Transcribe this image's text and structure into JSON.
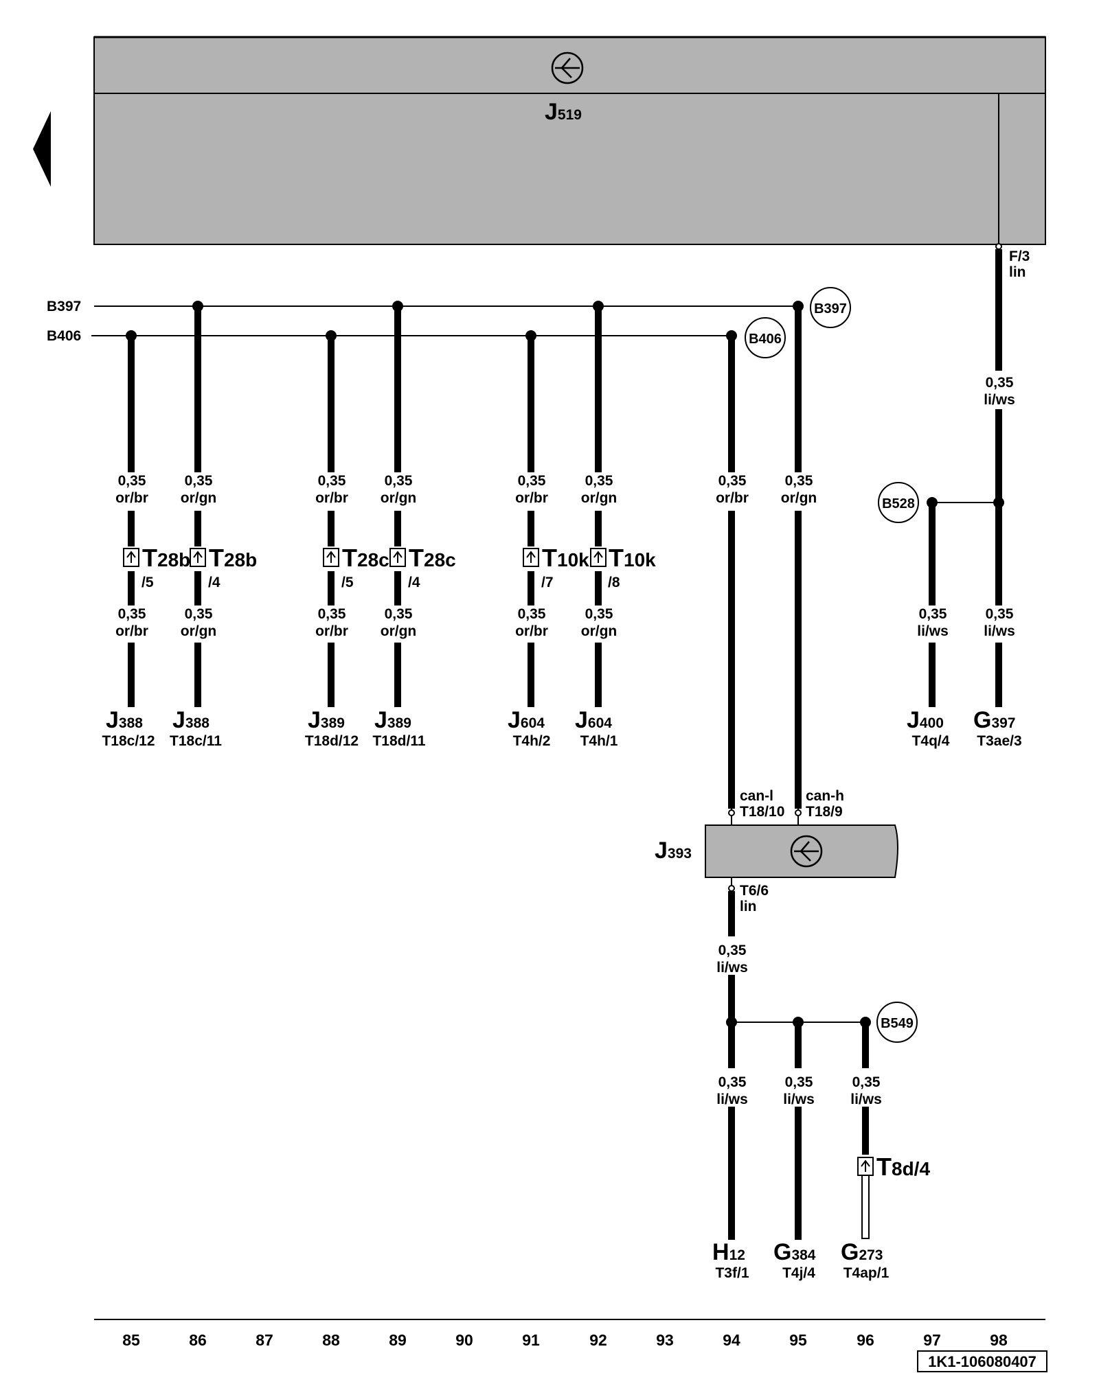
{
  "control_unit_top": {
    "name_big": "J",
    "name_sub": "519"
  },
  "control_unit_gateway": {
    "name_big": "J",
    "name_sub": "393"
  },
  "bus_lines": [
    {
      "label": "B397"
    },
    {
      "label": "B406"
    }
  ],
  "node_labels": {
    "b397": "B397",
    "b406": "B406",
    "b528": "B528",
    "b549": "B549"
  },
  "pin_labels": {
    "f3": "F/3",
    "lin_top": "lin",
    "can_l": "can-l",
    "t18_10": "T18/10",
    "can_h": "can-h",
    "t18_9": "T18/9",
    "t6_6": "T6/6",
    "lin_bottom": "lin"
  },
  "wires": [
    {
      "size": "0,35",
      "color": "or/br"
    },
    {
      "size": "0,35",
      "color": "or/gn"
    },
    {
      "size": "0,35",
      "color": "li/ws"
    }
  ],
  "connectors": [
    {
      "big": "T",
      "sub": "28b",
      "pin": "/5"
    },
    {
      "big": "T",
      "sub": "28b",
      "pin": "/4"
    },
    {
      "big": "T",
      "sub": "28c",
      "pin": "/5"
    },
    {
      "big": "T",
      "sub": "28c",
      "pin": "/4"
    },
    {
      "big": "T",
      "sub": "10k",
      "pin": "/7"
    },
    {
      "big": "T",
      "sub": "10k",
      "pin": "/8"
    },
    {
      "big": "T",
      "sub": "8d/4"
    }
  ],
  "components": [
    {
      "big": "J",
      "sub": "388",
      "pin": "T18c/12"
    },
    {
      "big": "J",
      "sub": "388",
      "pin": "T18c/11"
    },
    {
      "big": "J",
      "sub": "389",
      "pin": "T18d/12"
    },
    {
      "big": "J",
      "sub": "389",
      "pin": "T18d/11"
    },
    {
      "big": "J",
      "sub": "604",
      "pin": "T4h/2"
    },
    {
      "big": "J",
      "sub": "604",
      "pin": "T4h/1"
    },
    {
      "big": "J",
      "sub": "400",
      "pin": "T4q/4"
    },
    {
      "big": "G",
      "sub": "397",
      "pin": "T3ae/3"
    },
    {
      "big": "H",
      "sub": "12",
      "pin": "T3f/1"
    },
    {
      "big": "G",
      "sub": "384",
      "pin": "T4j/4"
    },
    {
      "big": "G",
      "sub": "273",
      "pin": "T4ap/1"
    }
  ],
  "column_numbers": [
    "85",
    "86",
    "87",
    "88",
    "89",
    "90",
    "91",
    "92",
    "93",
    "94",
    "95",
    "96",
    "97",
    "98"
  ],
  "reference_code": "1K1-106080407"
}
